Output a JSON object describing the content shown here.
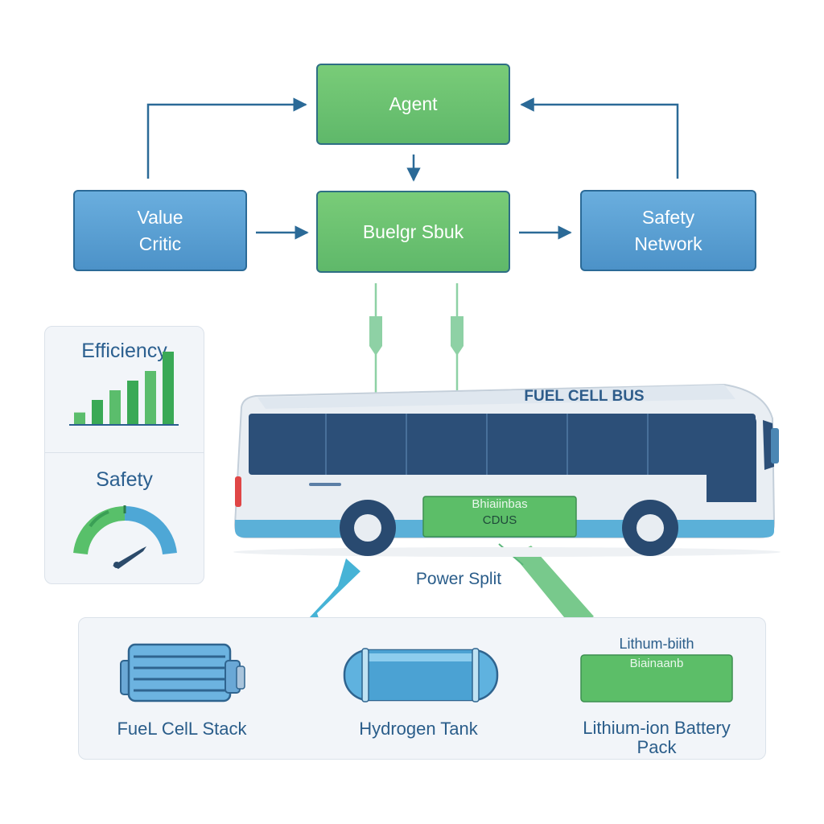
{
  "nodes": {
    "agent": "Agent",
    "value_critic": "Value\nCritic",
    "center": "Buelgr Sbuk",
    "safety_network": "Safety\nNetwork"
  },
  "metrics": {
    "efficiency_title": "Efficiency",
    "safety_title": "Safety",
    "efficiency_bars": [
      0.12,
      0.25,
      0.35,
      0.45,
      0.55,
      0.75
    ]
  },
  "bus": {
    "title": "FUEL CELL BUS",
    "screen_line1": "Bhiaiinbas",
    "screen_line2": "CDUS"
  },
  "power_split": "Power Split",
  "components": {
    "fuel_cell_stack": "FueL CelL Stack",
    "hydrogen_tank": "Hydrogen Tank",
    "battery_label": "Lithum-biith",
    "battery_screen": "Biainaanb",
    "battery_pack": "Lithium-ion Battery\nPack"
  },
  "colors": {
    "green": "#6cc16e",
    "blue": "#5aa0d6",
    "arrow_blue": "#2b6a97",
    "text_blue": "#2a5d8a"
  }
}
